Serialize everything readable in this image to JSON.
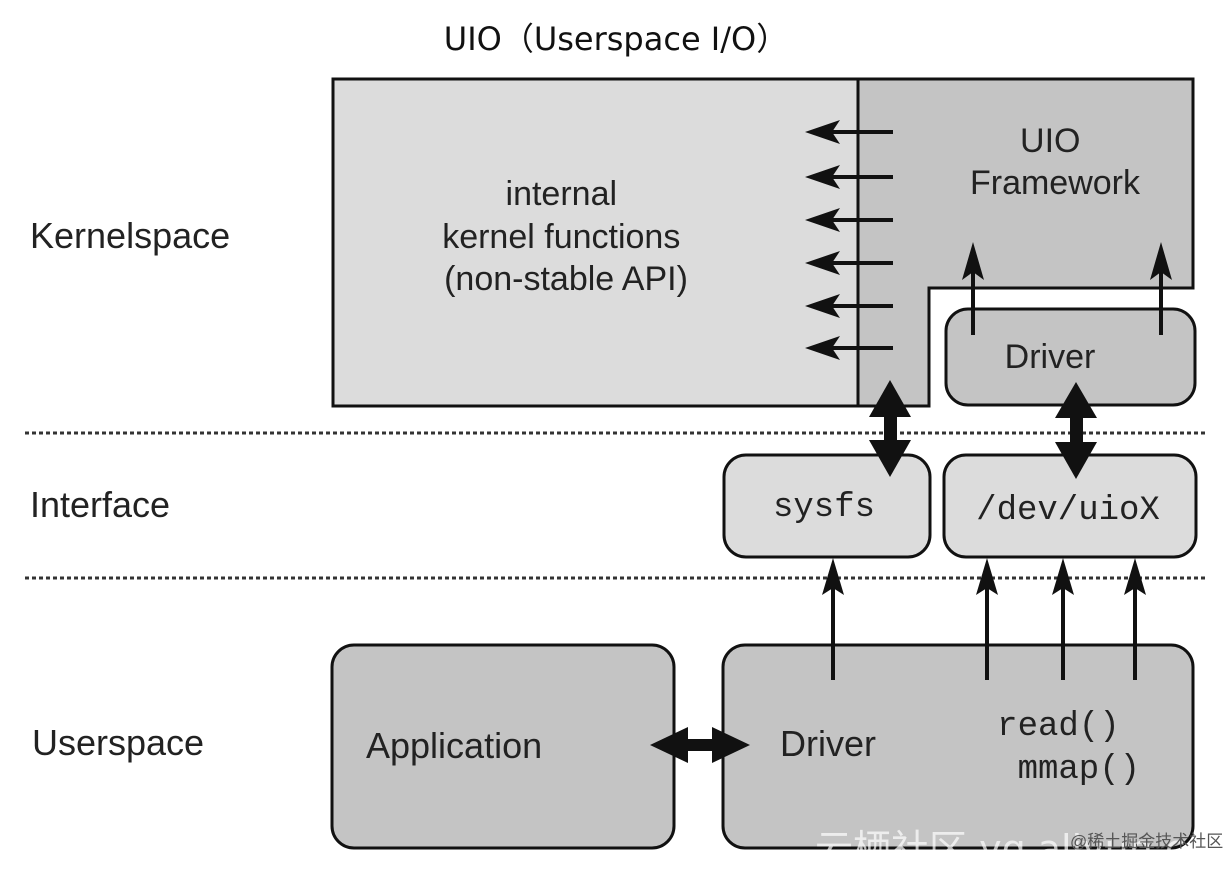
{
  "title": "UIO（Userspace I/O）",
  "layers": {
    "kernelspace": "Kernelspace",
    "interface": "Interface",
    "userspace": "Userspace"
  },
  "boxes": {
    "kernel_functions": [
      "internal",
      "kernel functions",
      "(non-stable API)"
    ],
    "uio_framework": [
      "UIO",
      "Framework"
    ],
    "kernel_driver": "Driver",
    "sysfs": "sysfs",
    "dev_uio": "/dev/uioX",
    "application": "Application",
    "user_driver": "Driver",
    "user_driver_calls": [
      "read()",
      "mmap()"
    ]
  },
  "colors": {
    "light_fill": "#dcdcdc",
    "dark_fill": "#c4c4c4",
    "stroke": "#111111"
  },
  "watermark": {
    "main": "云栖社区 yq.aliyun.com",
    "credit": "@稀土掘金技术社区"
  }
}
